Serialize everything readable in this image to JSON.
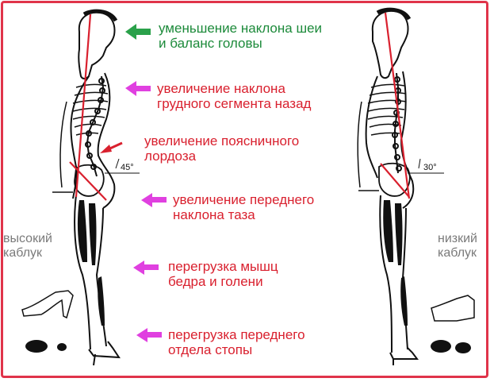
{
  "annotations": [
    {
      "text": "уменьшение наклона шеи\nи баланс головы",
      "arrow": "green-arrow-icon",
      "color": "#1c8a3a"
    },
    {
      "text": "увеличение наклона\nгрудного сегмента назад",
      "arrow": "magenta-arrow-icon",
      "color": "#d9202e"
    },
    {
      "text": "увеличение поясничного\nлордоза",
      "arrow": "red-arrow-icon",
      "color": "#d9202e"
    },
    {
      "text": "увеличение переднего\nнаклона таза",
      "arrow": "magenta-arrow-icon",
      "color": "#d9202e"
    },
    {
      "text": "перегрузка мышц\nбедра и голени",
      "arrow": "magenta-arrow-icon",
      "color": "#d9202e"
    },
    {
      "text": "перегрузка переднего\nотдела стопы",
      "arrow": "magenta-arrow-icon",
      "color": "#d9202e"
    }
  ],
  "left_label": "высокий\nкаблук",
  "right_label": "низкий\nкаблук",
  "angle_left": "45°",
  "angle_right": "30°",
  "colors": {
    "frame": "#e0344a",
    "green_arrow": "#2aa14a",
    "magenta_arrow": "#e040e0",
    "red_arrow": "#d9202e",
    "axis_line": "#d9202e"
  }
}
